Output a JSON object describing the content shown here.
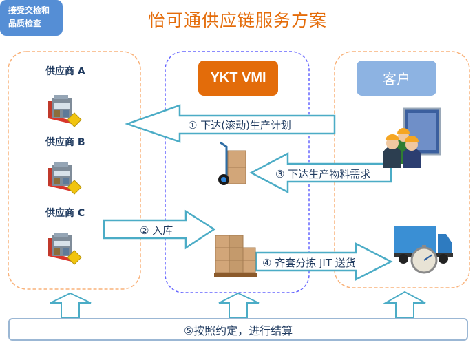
{
  "title": "怡可通供应链服务方案",
  "suppliers": [
    {
      "label": "供应商 A",
      "icon": "factory-icon"
    },
    {
      "label": "供应商 B",
      "icon": "factory-icon"
    },
    {
      "label": "供应商 C",
      "icon": "factory-icon"
    }
  ],
  "center": {
    "header": "YKT VMI",
    "inspection_line1": "接受交检和",
    "inspection_line2": "品质检查",
    "icons": [
      "hand-truck-boxes-icon",
      "pallet-boxes-icon"
    ]
  },
  "customer": {
    "header": "客户",
    "icons": [
      "workers-monitor-icon",
      "truck-stopwatch-icon"
    ]
  },
  "flows": [
    {
      "label": "① 下达(滚动)生产计划",
      "direction": "left"
    },
    {
      "label": "② 入库",
      "direction": "right"
    },
    {
      "label": "③ 下达生产物料需求",
      "direction": "left"
    },
    {
      "label": "④ 齐套分拣 JIT 送货",
      "direction": "right"
    }
  ],
  "settlement": {
    "label": "⑤按照约定，进行结算"
  },
  "colors": {
    "title": "#e46c0a",
    "ykt_header": "#e36c0a",
    "customer_header": "#8db3e2",
    "inspection": "#558ed5",
    "arrow_stroke": "#4bacc6",
    "orange_dash": "#f9b27a",
    "blue_dash": "#6666ff",
    "text": "#1f3a5f"
  }
}
